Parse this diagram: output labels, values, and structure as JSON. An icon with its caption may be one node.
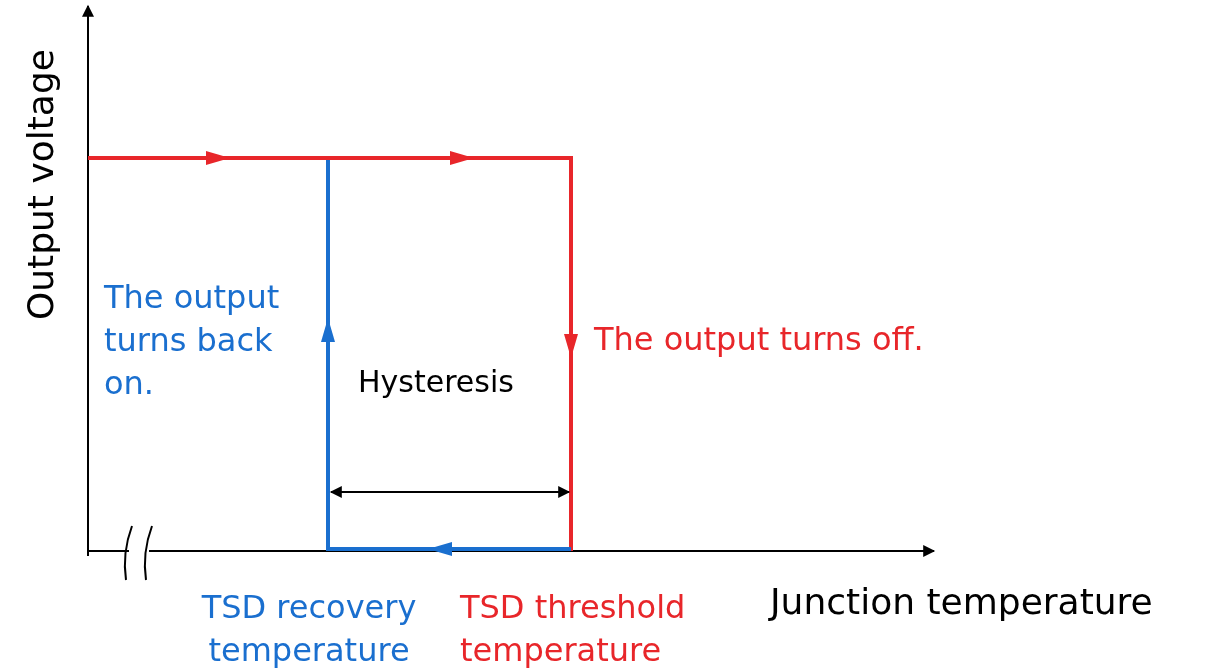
{
  "diagram": {
    "labels": [
      "Output voltage",
      "The output turns back on.",
      "The output turns off.",
      "Hysteresis",
      "TSD recovery temperature",
      "TSD threshold temperature",
      "Junction temperature"
    ]
  }
}
